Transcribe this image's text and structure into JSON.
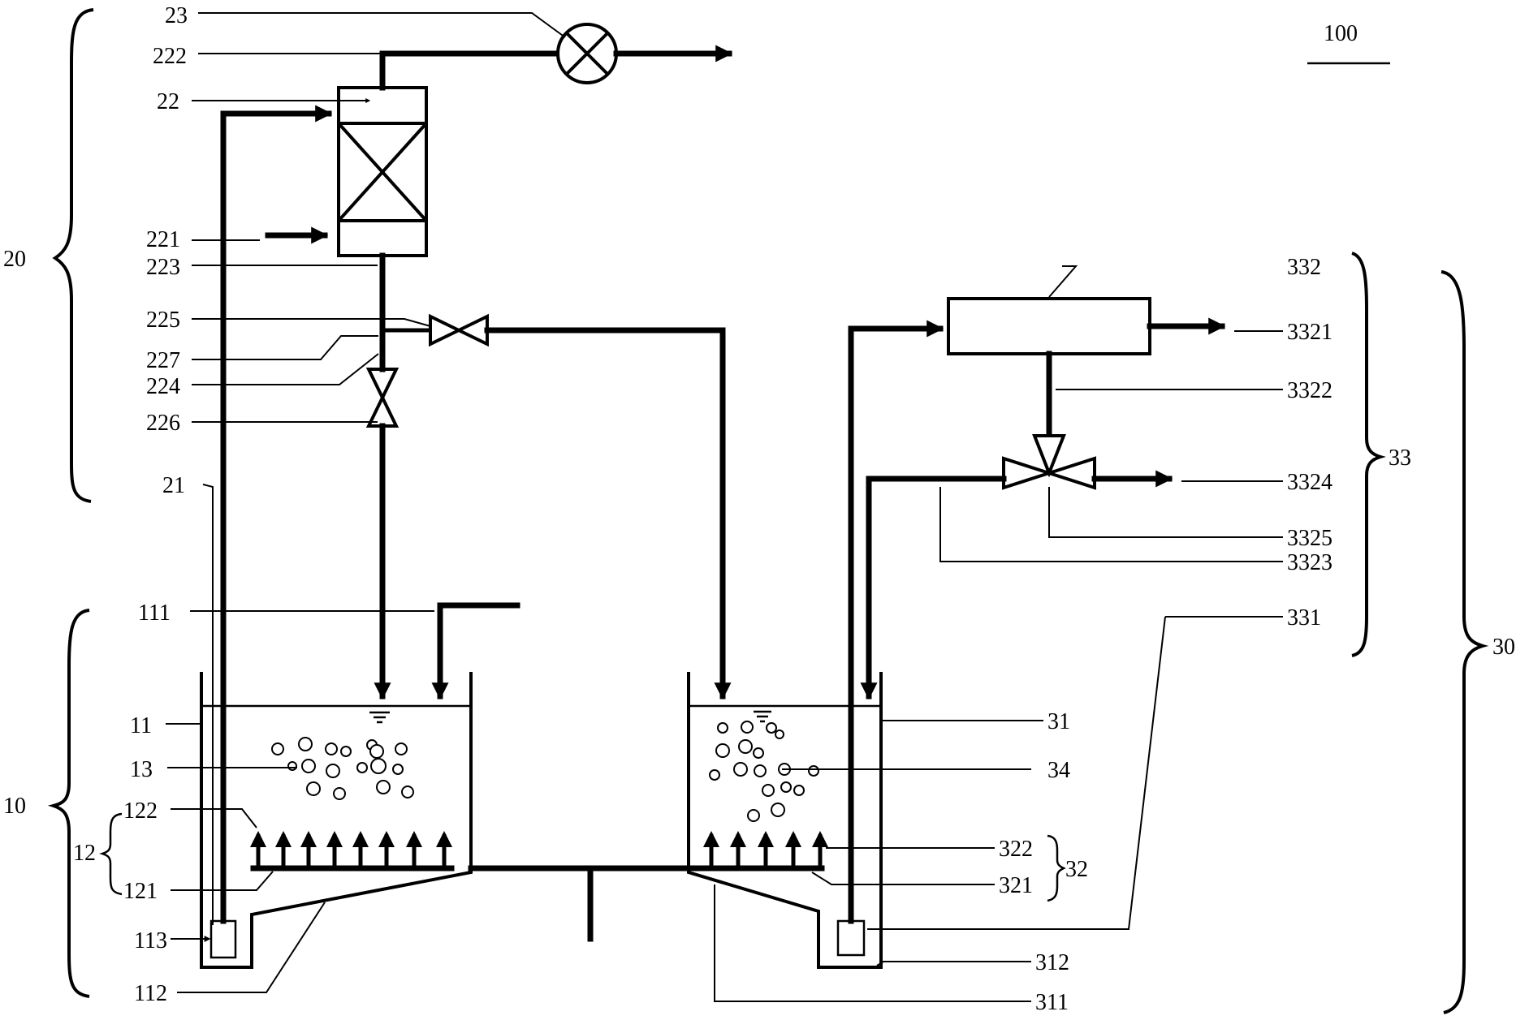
{
  "system_label": "100",
  "groups": {
    "g10": "10",
    "g20": "20",
    "g30": "30",
    "g12": "12",
    "g32": "32",
    "g33": "33"
  },
  "labels": {
    "l23": "23",
    "l222": "222",
    "l22": "22",
    "l221": "221",
    "l223": "223",
    "l225": "225",
    "l227": "227",
    "l224": "224",
    "l226": "226",
    "l21": "21",
    "l111": "111",
    "l11": "11",
    "l13": "13",
    "l122": "122",
    "l121": "121",
    "l113": "113",
    "l112": "112",
    "l332": "332",
    "l3321": "3321",
    "l3322": "3322",
    "l3324": "3324",
    "l3325": "3325",
    "l3323": "3323",
    "l331": "331",
    "l31": "31",
    "l34": "34",
    "l322": "322",
    "l321": "321",
    "l312": "312",
    "l311": "311"
  }
}
